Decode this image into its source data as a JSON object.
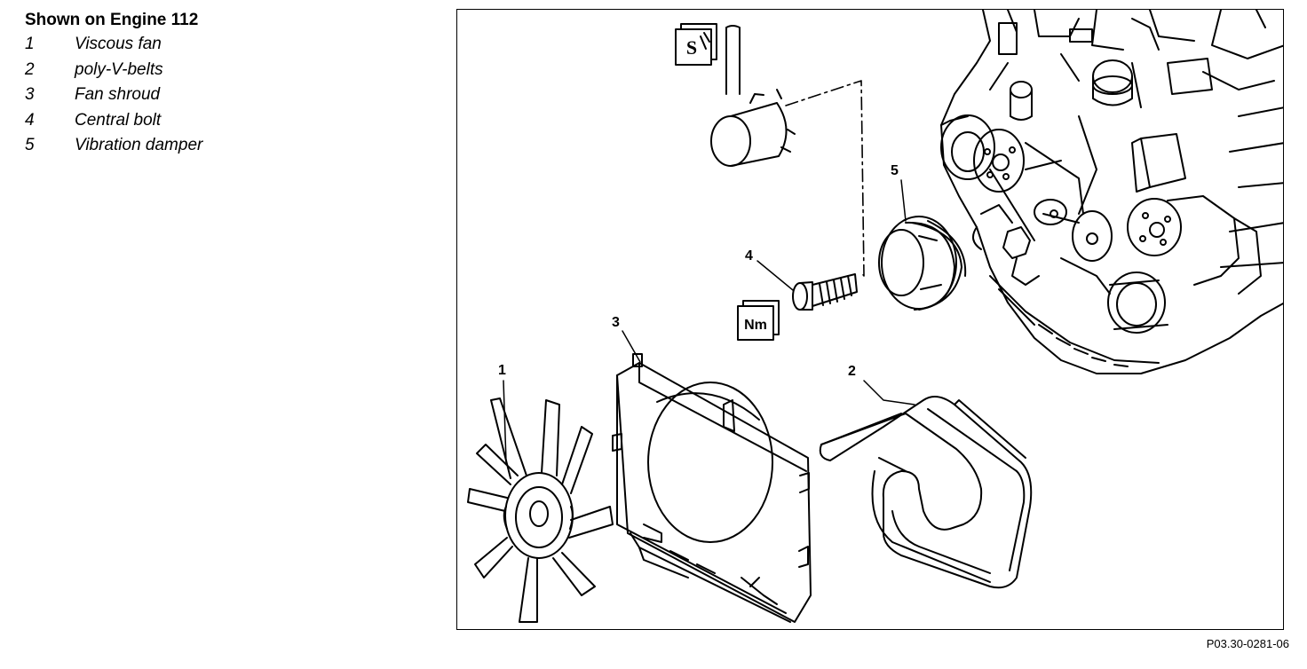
{
  "legend": {
    "title": "Shown on Engine 112",
    "items": [
      {
        "num": "1",
        "label": "Viscous fan"
      },
      {
        "num": "2",
        "label": "poly-V-belts"
      },
      {
        "num": "3",
        "label": "Fan shroud"
      },
      {
        "num": "4",
        "label": "Central bolt"
      },
      {
        "num": "5",
        "label": "Vibration damper"
      }
    ]
  },
  "figure": {
    "callouts": [
      "1",
      "2",
      "3",
      "4",
      "5"
    ],
    "torque_symbol": "Nm",
    "special_tool_symbol": "S",
    "figure_code": "P03.30-0281-06"
  }
}
